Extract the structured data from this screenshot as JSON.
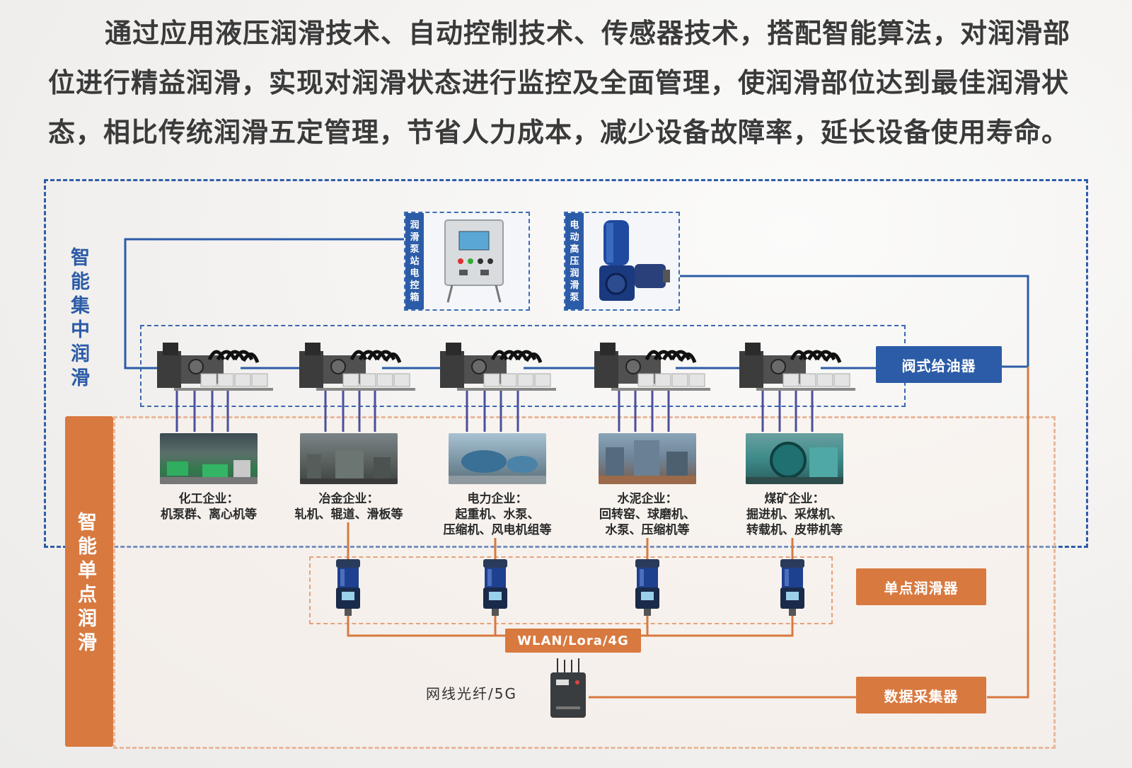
{
  "intro": {
    "text": "通过应用液压润滑技术、自动控制技术、传感器技术，搭配智能算法，对润滑部位进行精益润滑，实现对润滑状态进行监控及全面管理，使润滑部位达到最佳润滑状态，相比传统润滑五定管理，节省人力成本，减少设备故障率，延长设备使用寿命。"
  },
  "zones": {
    "central_label": [
      "智",
      "能",
      "集",
      "中",
      "润",
      "滑"
    ],
    "single_label": [
      "智",
      "能",
      "单",
      "点",
      "润",
      "滑"
    ]
  },
  "equipment": {
    "control_box_label": [
      "润",
      "滑",
      "泵",
      "站",
      "电",
      "控",
      "箱"
    ],
    "pump_label": [
      "电",
      "动",
      "高",
      "压",
      "润",
      "滑",
      "泵"
    ]
  },
  "tags": {
    "valve_feeder": "阀式给油器",
    "single_lubricator": "单点润滑器",
    "wireless": "WLAN/Lora/4G",
    "data_collector": "数据采集器"
  },
  "network_caption": "网线光纤/5G",
  "industries": [
    {
      "name": "化工企业：",
      "lines": [
        "机泵群、离心机等"
      ]
    },
    {
      "name": "冶金企业：",
      "lines": [
        "轧机、辊道、滑板等"
      ]
    },
    {
      "name": "电力企业：",
      "lines": [
        "起重机、水泵、",
        "压缩机、风电机组等"
      ]
    },
    {
      "name": "水泥企业：",
      "lines": [
        "回转窑、球磨机、",
        "水泵、压缩机等"
      ]
    },
    {
      "name": "煤矿企业：",
      "lines": [
        "掘进机、采煤机、",
        "转载机、皮带机等"
      ]
    }
  ],
  "colors": {
    "blue": "#2c5ca7",
    "orange": "#d8793f"
  }
}
